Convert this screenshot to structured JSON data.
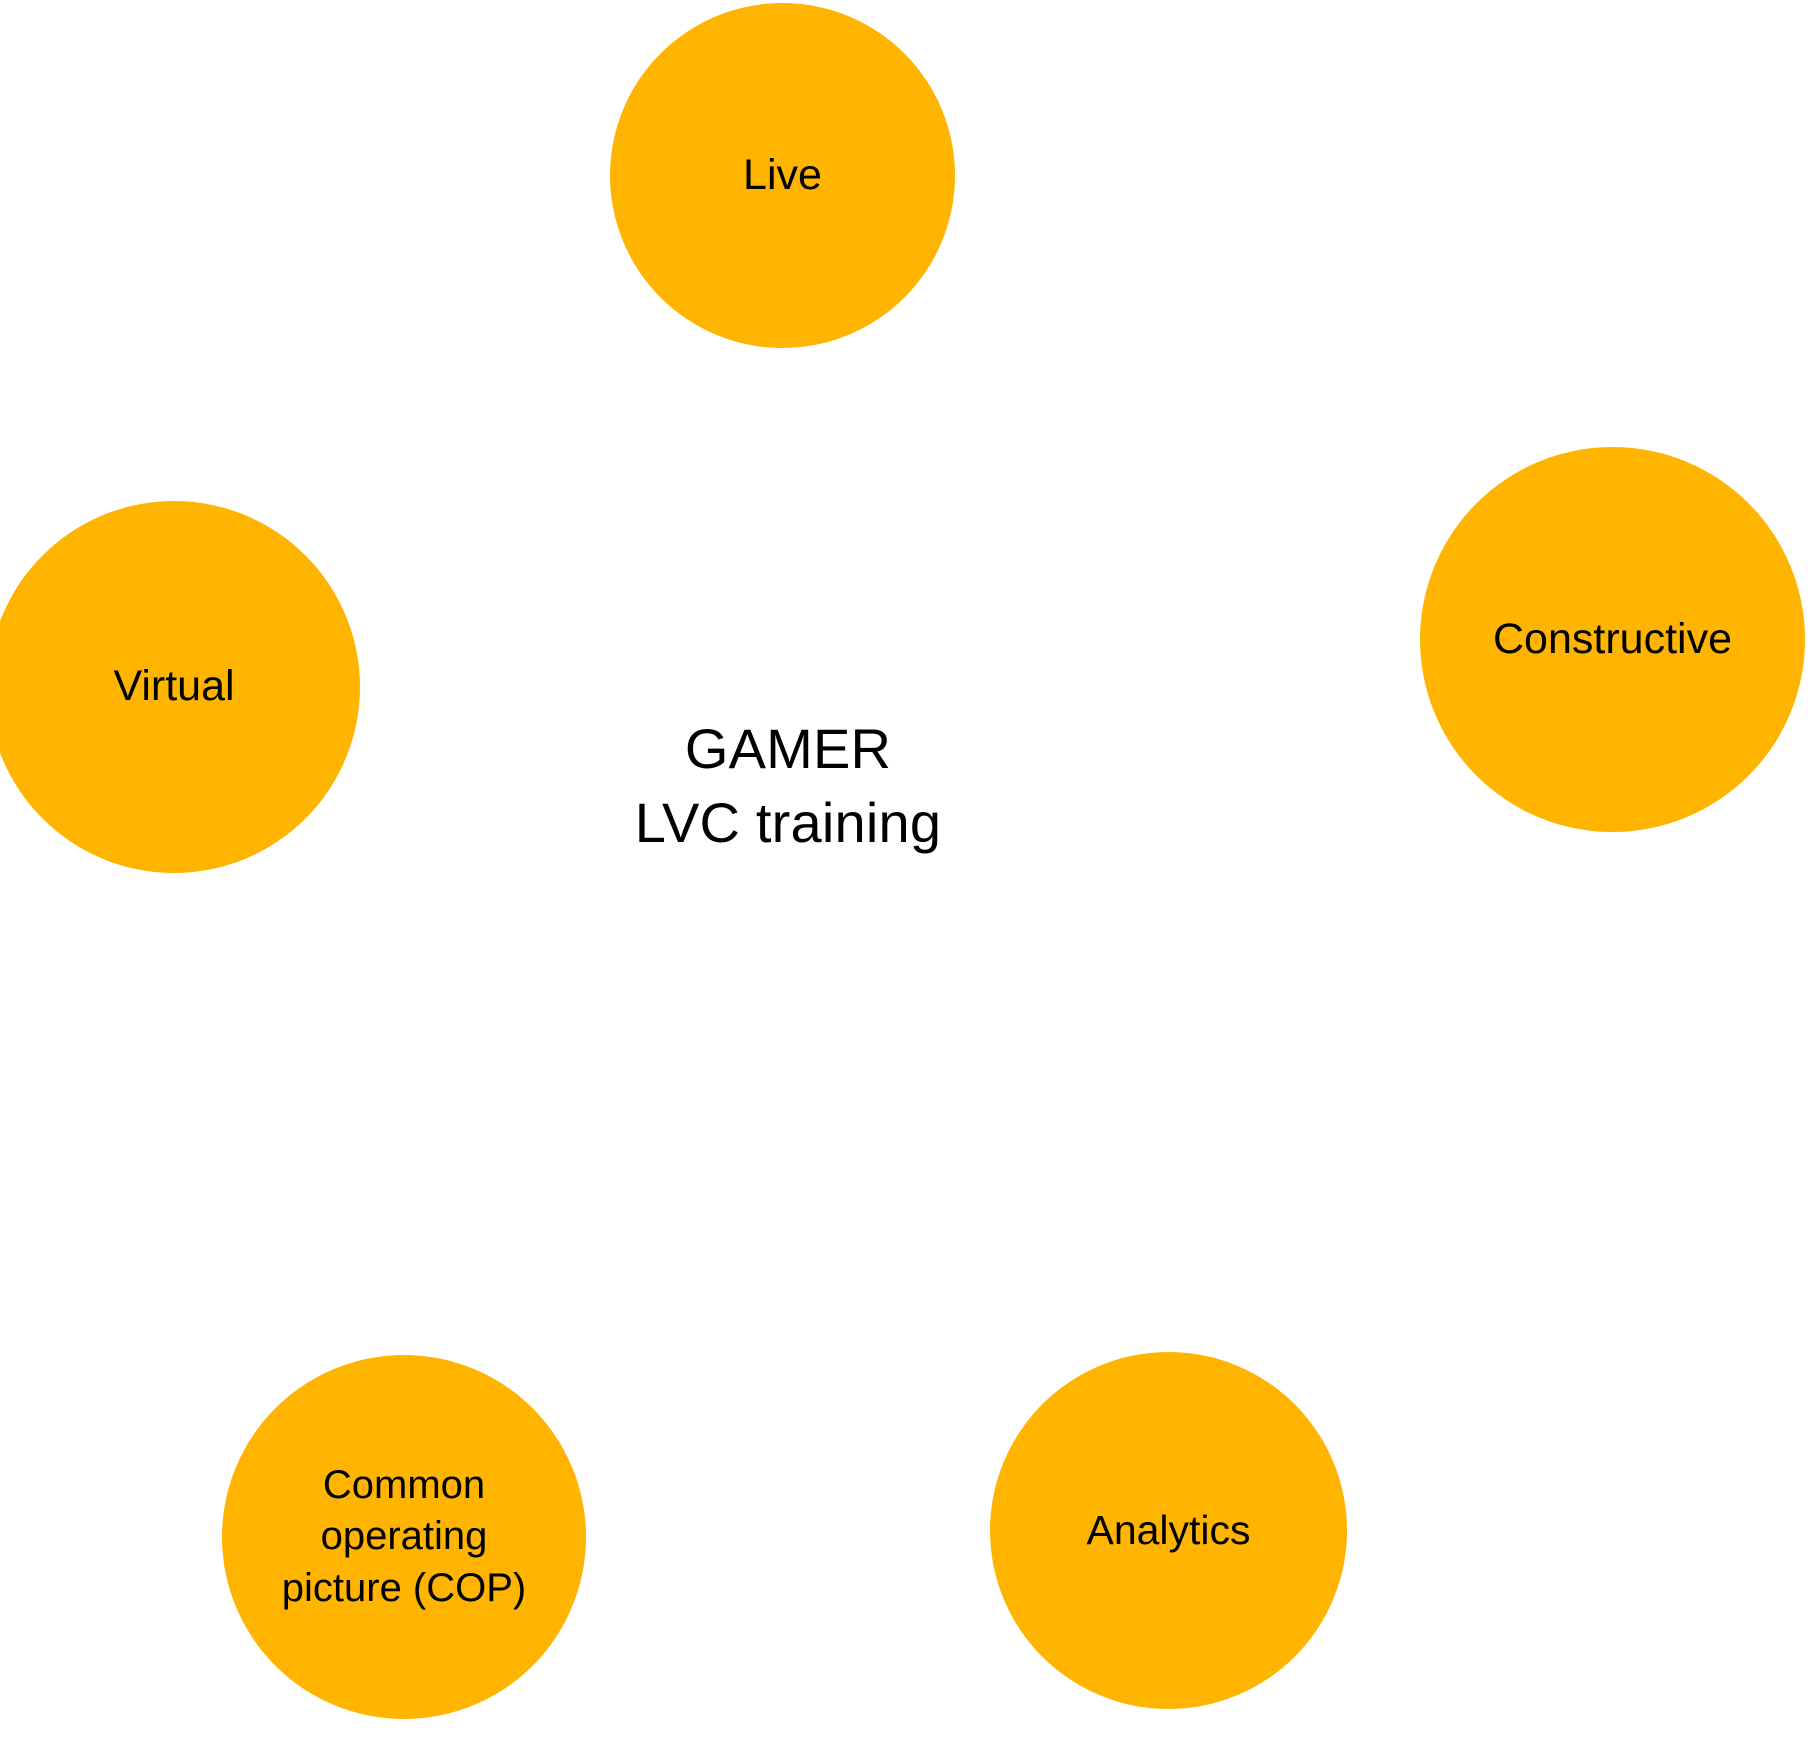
{
  "diagram": {
    "type": "hub-and-spoke-circles",
    "background_color": "#ffffff",
    "node_fill_color": "#FFB400",
    "node_text_color": "#000000",
    "hub": {
      "line1": "GAMER",
      "line2": "LVC training"
    },
    "nodes": [
      {
        "id": "live",
        "label": "Live"
      },
      {
        "id": "virtual",
        "label": "Virtual"
      },
      {
        "id": "constructive",
        "label": "Constructive"
      },
      {
        "id": "cop",
        "label": "Common\noperating\npicture (COP)"
      },
      {
        "id": "analytics",
        "label": "Analytics"
      }
    ]
  }
}
